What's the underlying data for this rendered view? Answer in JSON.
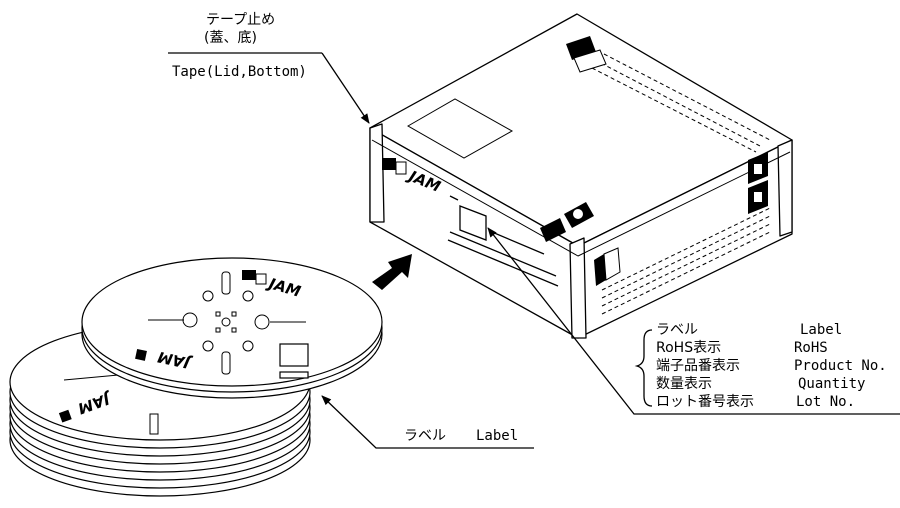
{
  "callouts": {
    "tape": {
      "ja_line1": "テープ止め",
      "ja_line2": "(蓋、底)",
      "en": "Tape(Lid,Bottom)"
    },
    "box_label": {
      "rows": [
        {
          "ja": "ラベル",
          "en": "Label"
        },
        {
          "ja": "RoHS表示",
          "en": "RoHS"
        },
        {
          "ja": "端子品番表示",
          "en": "Product No."
        },
        {
          "ja": "数量表示",
          "en": "Quantity"
        },
        {
          "ja": "ロット番号表示",
          "en": "Lot No."
        }
      ]
    },
    "reel_label": {
      "ja": "ラベル",
      "en": "Label"
    }
  },
  "logos": {
    "box_logo": "JAM",
    "reel_logo": "JAM"
  },
  "colors": {
    "line": "#000000",
    "background": "#ffffff"
  }
}
